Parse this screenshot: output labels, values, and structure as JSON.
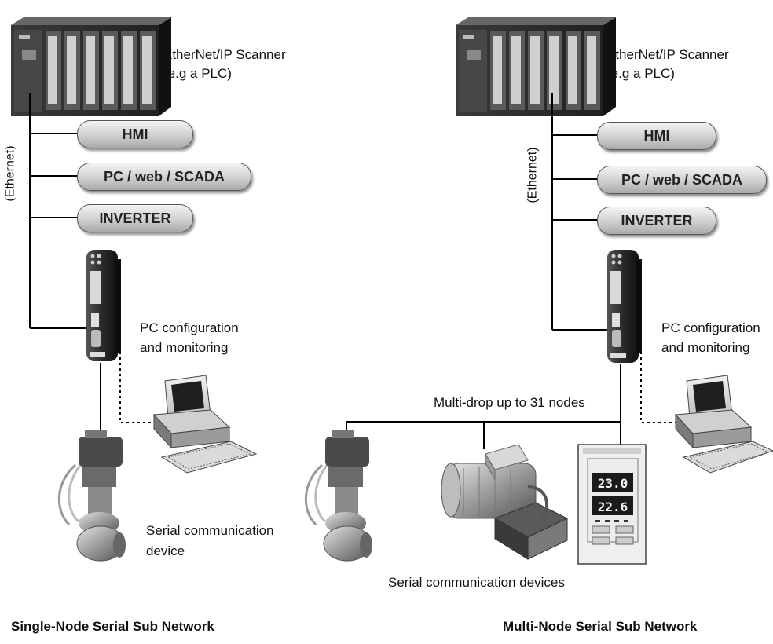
{
  "left": {
    "scanner_label_1": "EtherNet/IP Scanner",
    "scanner_label_2": "(e.g a PLC)",
    "ethernet_label": "(Ethernet)",
    "devices": [
      "HMI",
      "PC / web / SCADA",
      "INVERTER"
    ],
    "pc_label_1": "PC configuration",
    "pc_label_2": "and monitoring",
    "serial_label_1": "Serial communication",
    "serial_label_2": "device",
    "caption": "Single-Node Serial Sub Network"
  },
  "right": {
    "scanner_label_1": "EtherNet/IP Scanner",
    "scanner_label_2": "(e.g a PLC)",
    "ethernet_label": "(Ethernet)",
    "devices": [
      "HMI",
      "PC / web / SCADA",
      "INVERTER"
    ],
    "pc_label_1": "PC configuration",
    "pc_label_2": "and monitoring",
    "multidrop_label": "Multi-drop up to 31 nodes",
    "serial_label": "Serial communication devices",
    "caption": "Multi-Node Serial Sub Network"
  },
  "controller_display": [
    "23.0",
    "22.6"
  ]
}
